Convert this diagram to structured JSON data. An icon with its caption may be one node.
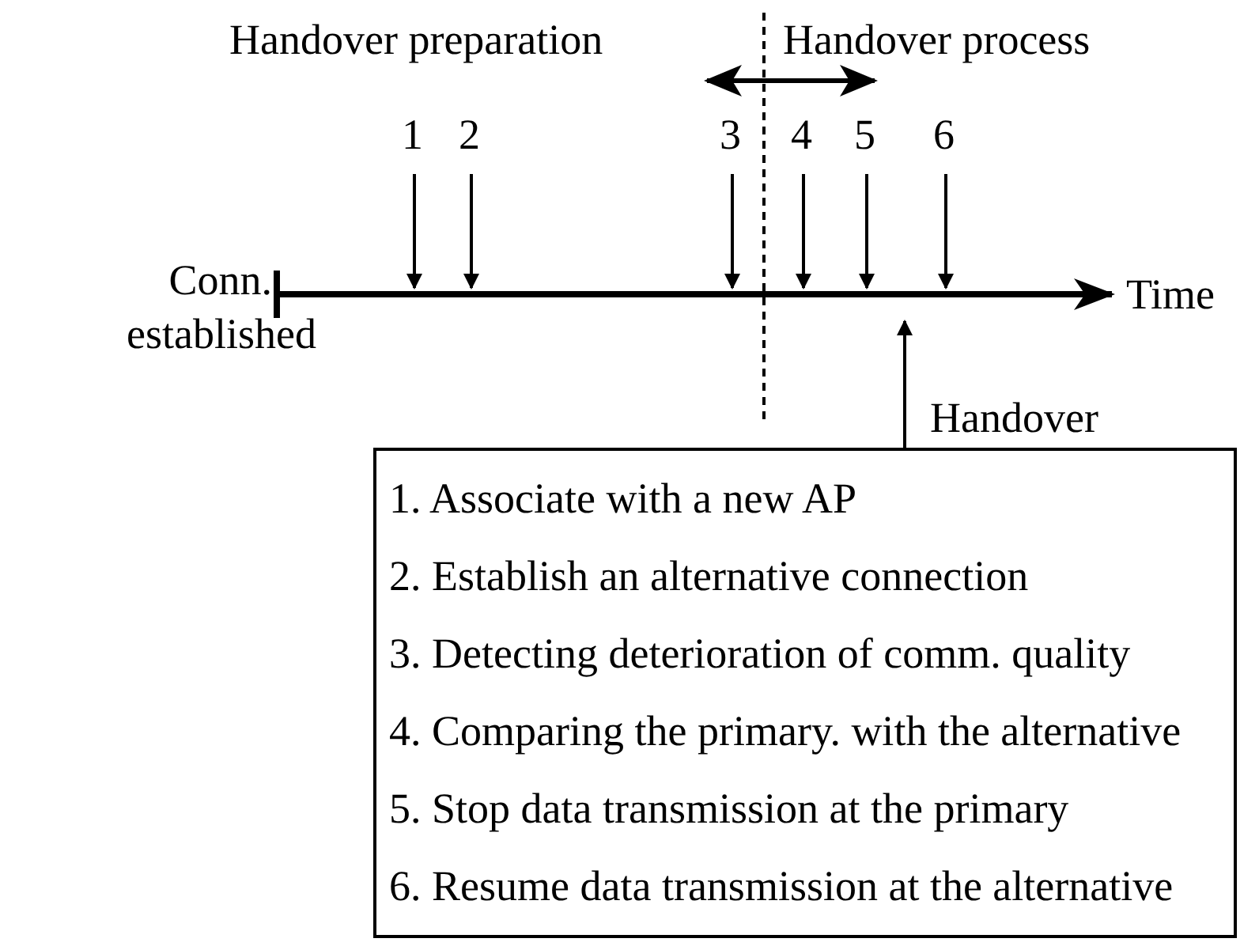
{
  "diagram": {
    "nodes": [
      {
        "text": [
          "1. Associate with a new AP",
          "2. Establish an alternative connection",
          "3. Detecting deterioration of comm. quality",
          "4. Comparing the primary. with the alternative",
          "5. Stop data transmission at the primary",
          "6. Resume data transmission at the alternative"
        ]
      }
    ],
    "labels": [
      "Handover preparation",
      "Handover process",
      "1",
      "2",
      "3",
      "4",
      "5",
      "6",
      "Conn. established",
      "Time",
      "Handover"
    ]
  }
}
